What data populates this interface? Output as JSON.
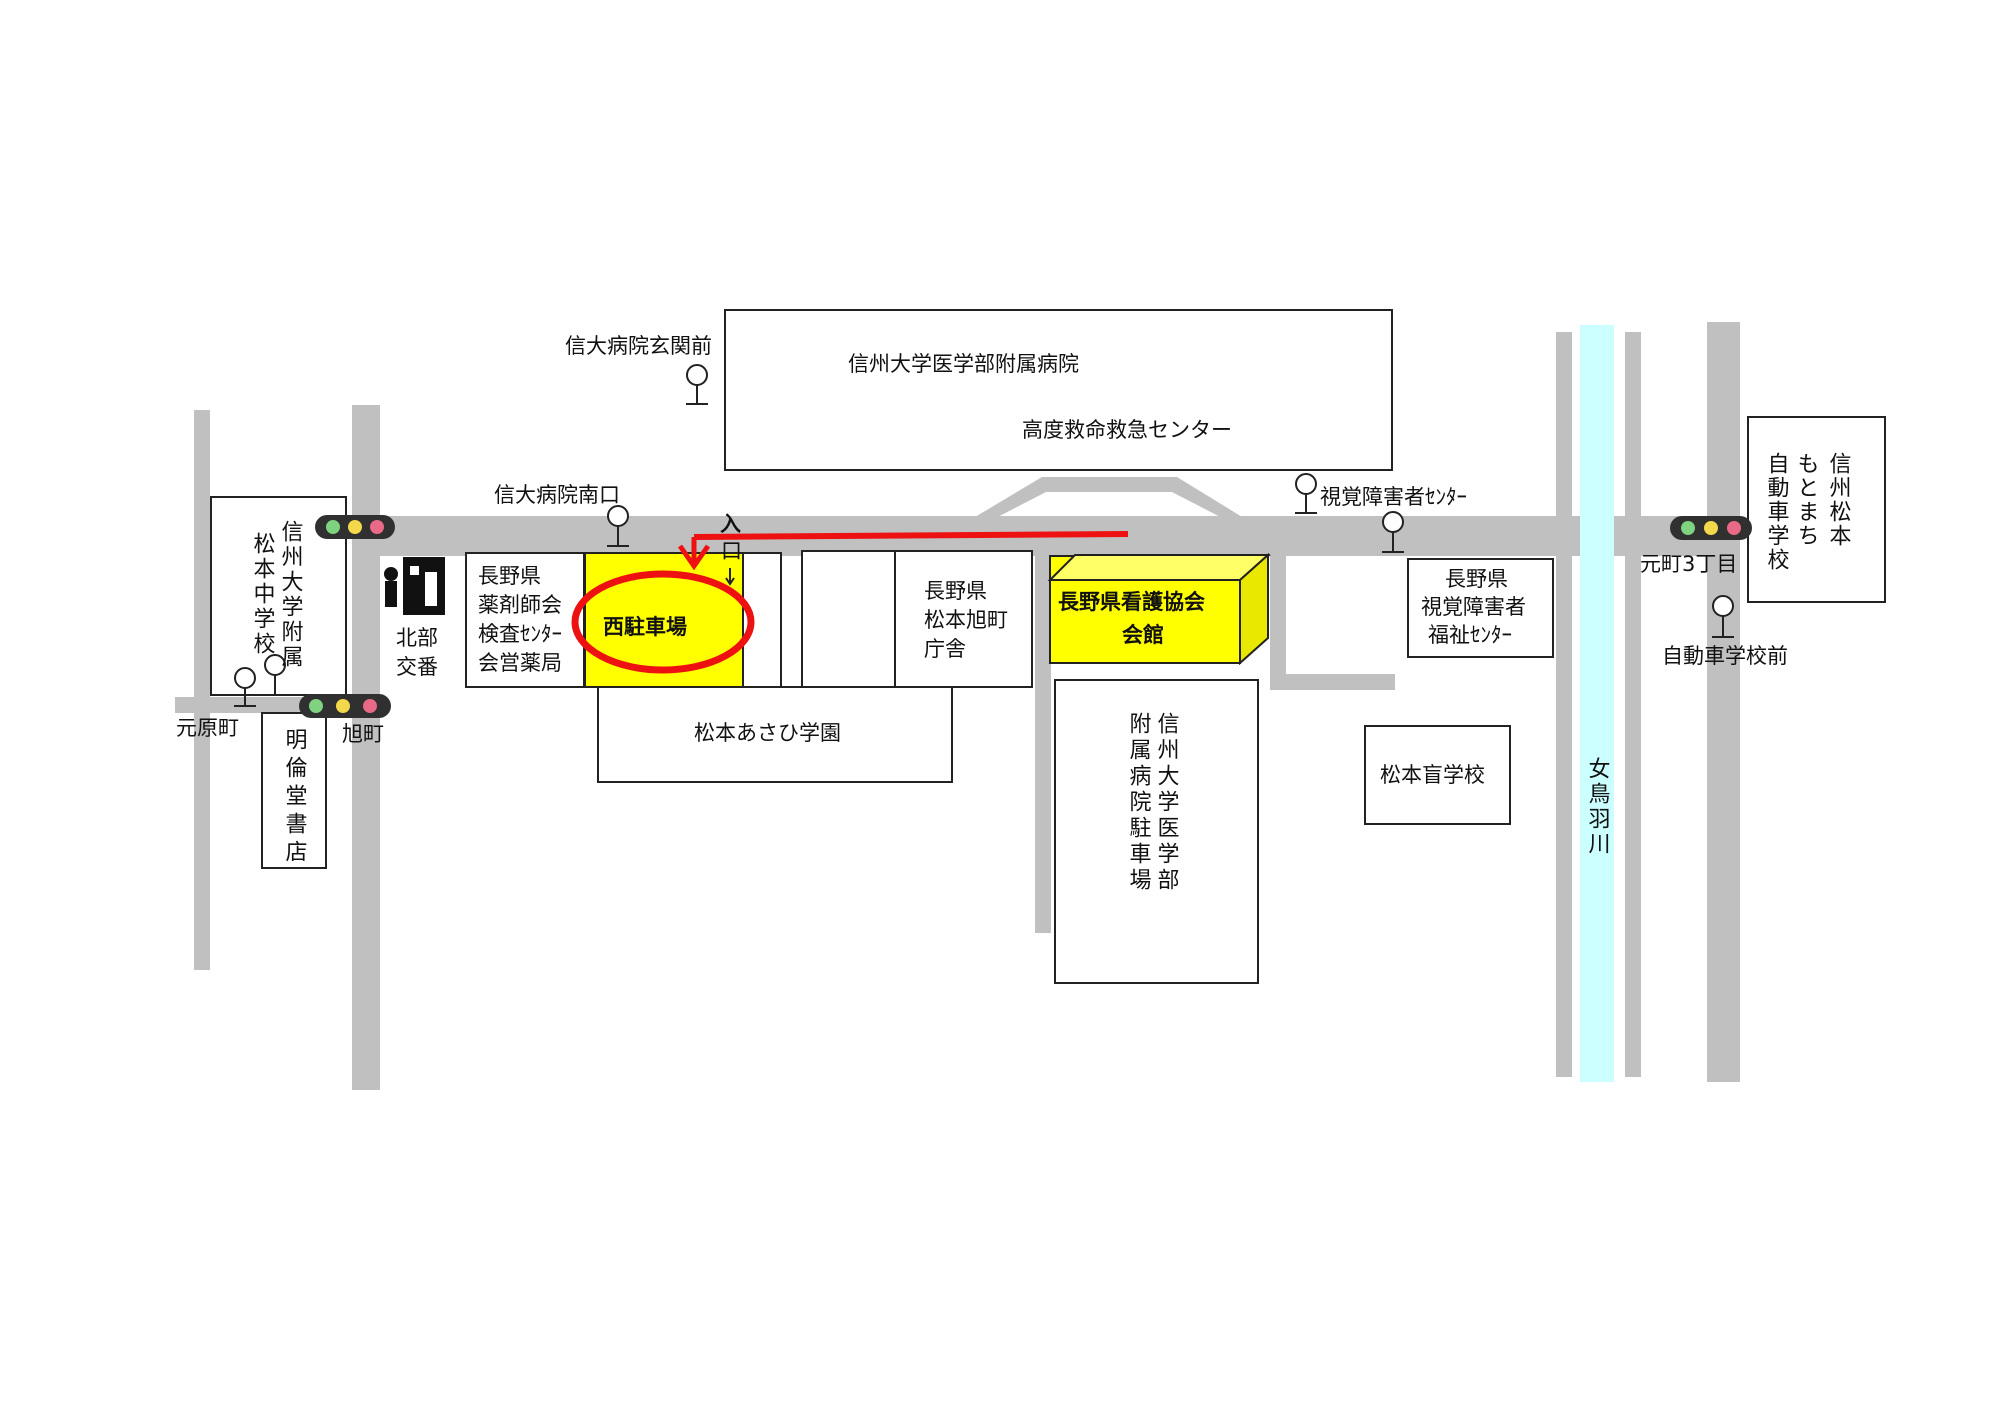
{
  "colors": {
    "road": "#c0c0c0",
    "river": "#ccffff",
    "parking_highlight": "#ffff00",
    "route_arrow": "#ee1111",
    "building_outline": "#222222"
  },
  "buildings": {
    "hospital_name": "信州大学医学部附属病院",
    "emergency_center": "高度救命救急センター",
    "pharmacy_lines": [
      "長野県",
      "薬剤師会",
      "検査ｾﾝﾀｰ",
      "会営薬局"
    ],
    "west_parking": "西駐車場",
    "matsumoto_govt_lines": [
      "長野県",
      "松本旭町",
      "庁舎"
    ],
    "nursing_assoc_lines": [
      "長野県看護協会",
      "会館"
    ],
    "asahi_school": "松本あさひ学園",
    "hospital_parking_cols": [
      "信州大学医学部",
      "附属病院駐車場"
    ],
    "blind_welfare_lines": [
      "長野県",
      "視覚障害者",
      "福祉ｾﾝﾀｰ"
    ],
    "blind_school": "松本盲学校",
    "matsumoto_jhs_cols": [
      "信州大学附属",
      "松本中学校"
    ],
    "bookstore": "明倫堂書店",
    "driving_school_cols": [
      "信州松本",
      "もとまち",
      "自動車学校"
    ],
    "police_box_lines": [
      "北部",
      "交番"
    ]
  },
  "bus_stops": {
    "genkan": "信大病院玄関前",
    "minamiguchi": "信大病院南口",
    "blind_center": "視覚障害者ｾﾝﾀｰ",
    "motohara": "元原町",
    "driving_school": "自動車学校前"
  },
  "intersections": {
    "asahimachi": "旭町",
    "motomachi": "元町3丁目"
  },
  "river": "女鳥羽川",
  "entrance": "入口",
  "icons": [
    "traffic-light-icon",
    "bus-stop-icon",
    "police-box-icon",
    "arrow-down-icon"
  ]
}
